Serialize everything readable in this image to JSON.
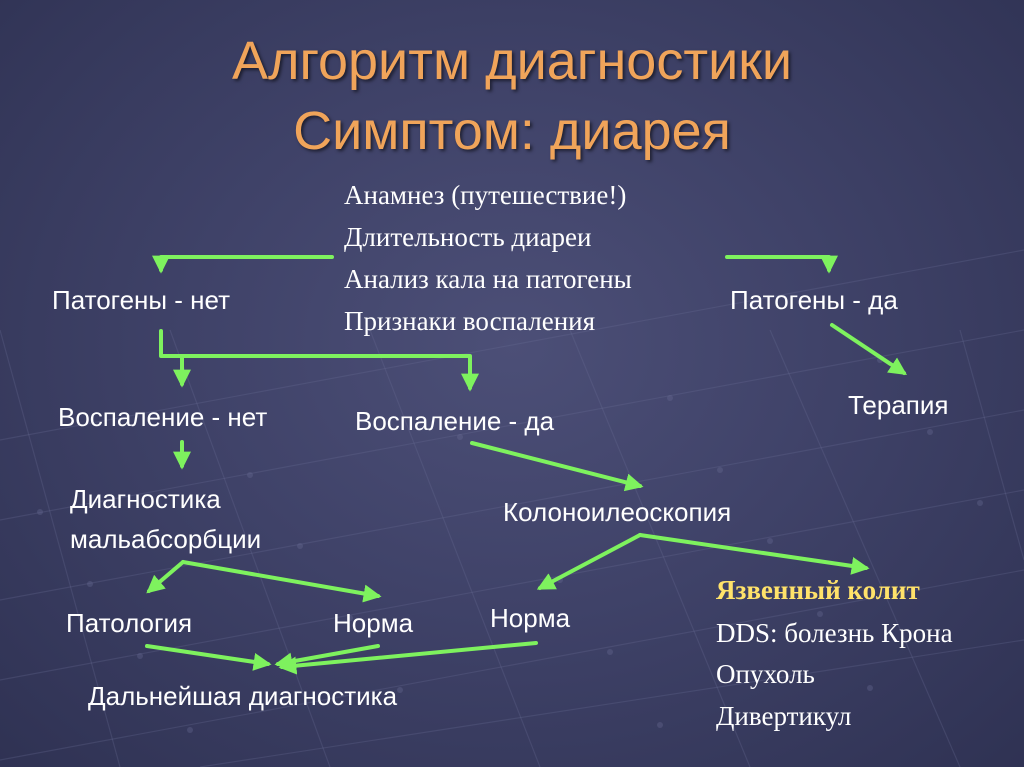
{
  "title": {
    "line1": "Алгоритм диагностики",
    "line2": "Симптом: диарея"
  },
  "center_block": [
    "Анамнез (путешествие!)",
    "Длительность диареи",
    "Анализ кала на патогены",
    "Признаки воспаления"
  ],
  "nodes": {
    "pathogens_no": "Патогены - нет",
    "pathogens_yes": "Патогены - да",
    "therapy": "Терапия",
    "inflammation_no": "Воспаление - нет",
    "inflammation_yes": "Воспаление - да",
    "malabsorption_line1": "Диагностика",
    "malabsorption_line2": "мальабсорбции",
    "colonoscopy": "Колоноилеоскопия",
    "pathology": "Патология",
    "norm_left": "Норма",
    "norm_right": "Норма",
    "further": "Дальнейшая диагностика"
  },
  "diagnoses": {
    "ulcerative_colitis": "Язвенный колит",
    "crohn": "DDS: болезнь Крона",
    "tumor": "Опухоль",
    "diverticulum": "Дивертикул"
  },
  "colors": {
    "title": "#f0a45a",
    "text": "#ffffff",
    "accent": "#ffe26a",
    "arrow": "#7ef25e",
    "background": "#40436a"
  }
}
